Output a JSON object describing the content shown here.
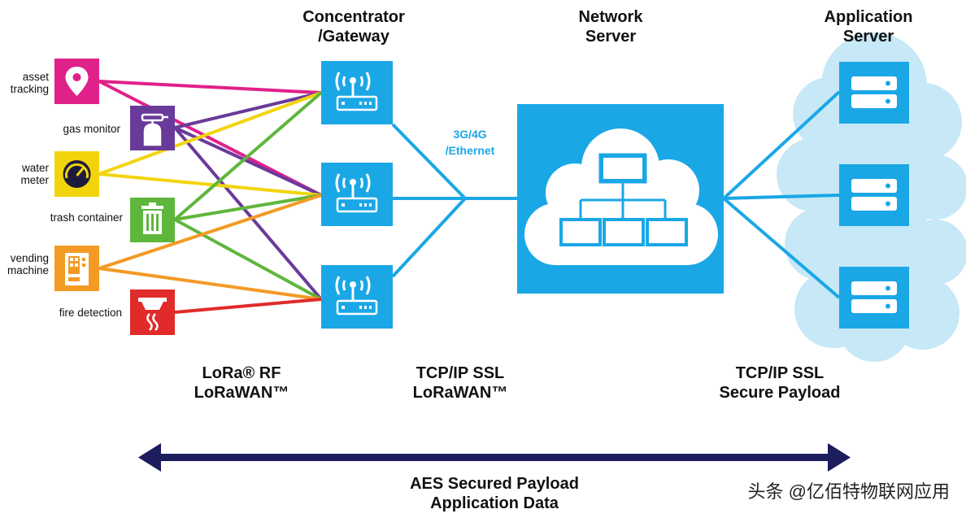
{
  "headers": {
    "gateway": [
      "Concentrator",
      "/Gateway"
    ],
    "network": [
      "Network",
      "Server"
    ],
    "application": [
      "Application",
      "Server"
    ]
  },
  "devices": [
    {
      "label": [
        "asset",
        "tracking"
      ],
      "color": "#e0218a",
      "icon": "location-pin-icon"
    },
    {
      "label": [
        "gas monitor"
      ],
      "color": "#6a3a9a",
      "icon": "gas-cylinder-icon"
    },
    {
      "label": [
        "water",
        "meter"
      ],
      "color": "#f2d40c",
      "icon": "gauge-icon"
    },
    {
      "label": [
        "trash container"
      ],
      "color": "#5fb63c",
      "icon": "trash-can-icon"
    },
    {
      "label": [
        "vending",
        "machine"
      ],
      "color": "#f39a25",
      "icon": "vending-machine-icon"
    },
    {
      "label": [
        "fire detection"
      ],
      "color": "#e12b2b",
      "icon": "smoke-detector-icon"
    }
  ],
  "link_label": [
    "3G/4G",
    "/Ethernet"
  ],
  "bottom_labels": {
    "rf": [
      "LoRa® RF",
      "LoRaWAN™"
    ],
    "tcp1": [
      "TCP/IP SSL",
      "LoRaWAN™"
    ],
    "tcp2": [
      "TCP/IP SSL",
      "Secure Payload"
    ]
  },
  "arrow_label": [
    "AES Secured Payload",
    "Application Data"
  ],
  "watermark": "头条 @亿佰特物联网应用",
  "colors": {
    "accent": "#1aa7e6",
    "cloud": "#c6e8f7",
    "arrow": "#1d1c5c"
  }
}
